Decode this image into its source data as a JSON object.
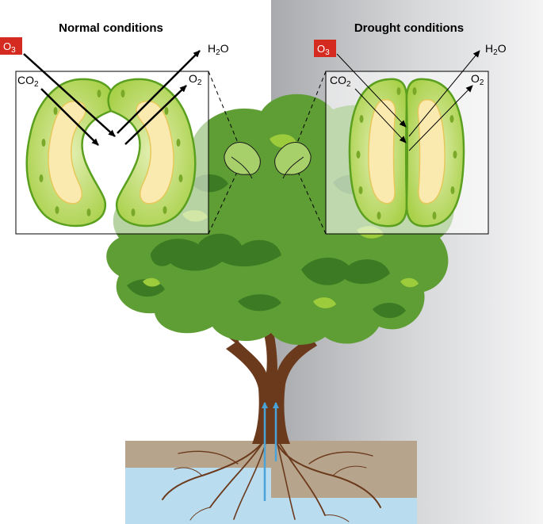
{
  "normal": {
    "title": "Normal conditions",
    "ozone": {
      "base": "O",
      "sub": "3"
    },
    "carbon_dioxide": {
      "base": "CO",
      "sub": "2"
    },
    "water": {
      "pre": "H",
      "sub": "2",
      "post": "O"
    },
    "oxygen": {
      "base": "O",
      "sub": "2"
    }
  },
  "drought": {
    "title": "Drought conditions",
    "ozone": {
      "base": "O",
      "sub": "3"
    },
    "carbon_dioxide": {
      "base": "CO",
      "sub": "2"
    },
    "water": {
      "pre": "H",
      "sub": "2",
      "post": "O"
    },
    "oxygen": {
      "base": "O",
      "sub": "2"
    }
  },
  "colors": {
    "ozone_box": "#d42a1f",
    "guard_cell_outer": "#7fb82b",
    "guard_cell_inner": "#fbeab0",
    "canopy_dark": "#3c7a23",
    "canopy_mid": "#5f9e34",
    "canopy_light": "#9ccb3b",
    "trunk": "#6b3a1c",
    "soil": "#b7a48c",
    "groundwater": "#b9dcef",
    "water_flow": "#4aa3d8"
  }
}
